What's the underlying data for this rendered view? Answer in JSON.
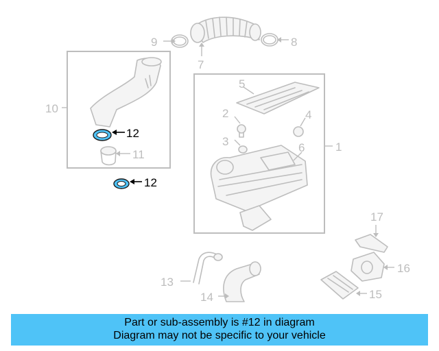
{
  "callouts": {
    "c1": "1",
    "c2": "2",
    "c3": "3",
    "c4": "4",
    "c5": "5",
    "c6": "6",
    "c7": "7",
    "c8": "8",
    "c9": "9",
    "c10": "10",
    "c11": "11",
    "c12a": "12",
    "c12b": "12",
    "c13": "13",
    "c14": "14",
    "c15": "15",
    "c16": "16",
    "c17": "17"
  },
  "highlight": {
    "part_number": "12",
    "color": "#4fc3f7"
  },
  "banner": {
    "line1": "Part or sub-assembly is #12 in diagram",
    "line2": "Diagram may not be specific to your vehicle"
  },
  "colors": {
    "line_gray": "#bdbdbd",
    "banner_bg": "#4fc3f7"
  }
}
